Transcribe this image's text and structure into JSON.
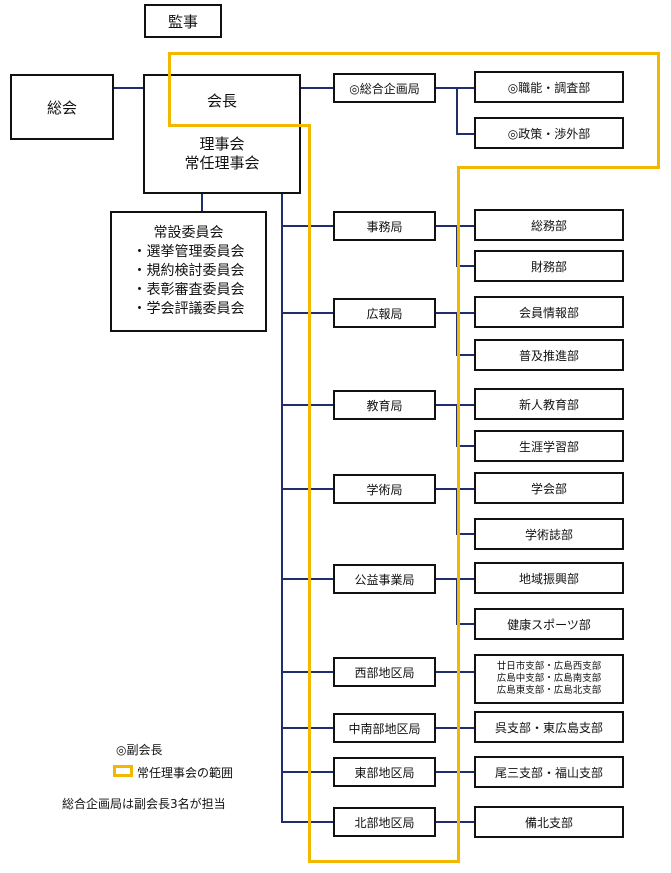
{
  "top": {
    "auditor": "監事",
    "general_assembly": "総会",
    "president": "会長",
    "board_line1": "理事会",
    "board_line2": "常任理事会",
    "standing_committee": {
      "title": "常設委員会",
      "items": [
        "・選挙管理委員会",
        "・規約検討委員会",
        "・表彰審査委員会",
        "・学会評議委員会"
      ]
    }
  },
  "bureaus": [
    {
      "name": "◎総合企画局",
      "departments": [
        "◎職能・調査部",
        "◎政策・渉外部"
      ]
    },
    {
      "name": "事務局",
      "departments": [
        "総務部",
        "財務部"
      ]
    },
    {
      "name": "広報局",
      "departments": [
        "会員情報部",
        "普及推進部"
      ]
    },
    {
      "name": "教育局",
      "departments": [
        "新人教育部",
        "生涯学習部"
      ]
    },
    {
      "name": "学術局",
      "departments": [
        "学会部",
        "学術誌部"
      ]
    },
    {
      "name": "公益事業局",
      "departments": [
        "地域振興部",
        "健康スポーツ部"
      ]
    },
    {
      "name": "西部地区局",
      "departments": [
        "廿日市支部・広島西支部",
        "広島中支部・広島南支部",
        "広島東支部・広島北支部"
      ]
    },
    {
      "name": "中南部地区局",
      "departments": [
        "呉支部・東広島支部"
      ]
    },
    {
      "name": "東部地区局",
      "departments": [
        "尾三支部・福山支部"
      ]
    },
    {
      "name": "北部地区局",
      "departments": [
        "備北支部"
      ]
    }
  ],
  "legend": {
    "vice_president": "◎副会長",
    "standing_board_scope": "常任理事会の範囲",
    "note": "総合企画局は副会長3名が担当"
  },
  "colors": {
    "line": "#1f2f6e",
    "highlight": "#f2b800",
    "border": "#111111"
  }
}
